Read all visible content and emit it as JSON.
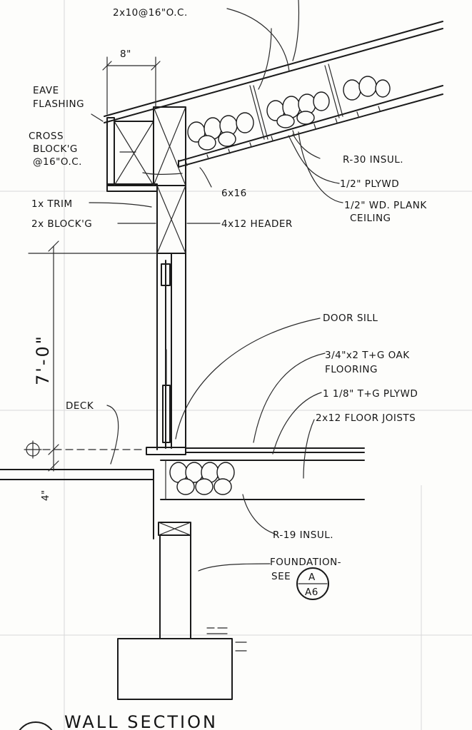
{
  "labels": {
    "rafters": "2x10@16\"O.C.",
    "eave_width": "8\"",
    "eave_flashing": [
      "EAVE",
      "FLASHING"
    ],
    "cross_blocking": [
      "CROSS",
      "BLOCK'G",
      "@16\"O.C."
    ],
    "trim": "1x TRIM",
    "blocking": "2x BLOCK'G",
    "header": "4x12 HEADER",
    "ledger": "6x16",
    "r30": "R-30 INSUL.",
    "plywood_roof": "1/2\" PLYWD",
    "plank_ceiling": [
      "1/2\" WD. PLANK",
      "CEILING"
    ],
    "door_sill": "DOOR SILL",
    "oak_flooring": [
      "3/4\"x2 T+G OAK",
      "FLOORING"
    ],
    "subfloor": "1 1/8\" T+G PLYWD",
    "joists": "2x12 FLOOR JOISTS",
    "deck": "DECK",
    "door_height": "7'-0\"",
    "step_height": "4\"",
    "r19": "R-19 INSUL.",
    "foundation": [
      "FOUNDATION-",
      "SEE"
    ],
    "detail_ref_top": "A",
    "detail_ref_bottom": "A6",
    "title": "WALL SECTION"
  },
  "colors": {
    "ink": "#1a1a1a",
    "paper": "#fdfdfb"
  }
}
